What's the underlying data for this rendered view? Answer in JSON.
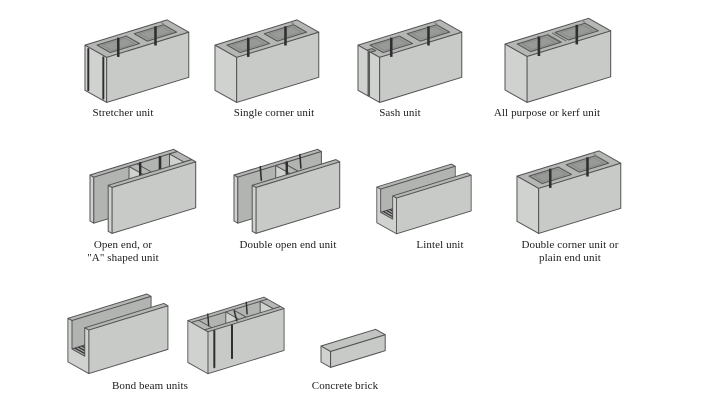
{
  "diagram": {
    "kind": "concrete-masonry-unit-types",
    "background": "#ffffff",
    "label_color": "#1b1b1b"
  },
  "palette": {
    "outline": "#525252",
    "face_front": "#c8cac8",
    "face_end": "#d0d2d0",
    "face_top": "#b5b7b5",
    "hole": "#989a98",
    "hole_rim": "#8a8c8a",
    "interior": "#b2b4b2",
    "floor": "#a8aaa8",
    "hatch": "#2f2f2f"
  },
  "units": [
    {
      "id": "stretcher",
      "shape": "stretcher",
      "label": "Stretcher unit"
    },
    {
      "id": "single-corner",
      "shape": "standard",
      "label": "Single corner unit"
    },
    {
      "id": "sash",
      "shape": "sash",
      "label": "Sash unit"
    },
    {
      "id": "all-purpose-kerf",
      "shape": "kerf",
      "label": "All purpose or kerf unit"
    },
    {
      "id": "open-end",
      "shape": "open-end",
      "label": "Open end, or\n\"A\" shaped unit"
    },
    {
      "id": "double-open-end",
      "shape": "double-open-end",
      "label": "Double open end unit"
    },
    {
      "id": "lintel",
      "shape": "lintel",
      "label": "Lintel unit"
    },
    {
      "id": "double-corner",
      "shape": "standard",
      "label": "Double corner unit or\nplain end unit"
    },
    {
      "id": "bond-beam",
      "shape": "bond-beam-pair",
      "label": "Bond beam units"
    },
    {
      "id": "concrete-brick",
      "shape": "brick",
      "label": "Concrete brick"
    }
  ]
}
